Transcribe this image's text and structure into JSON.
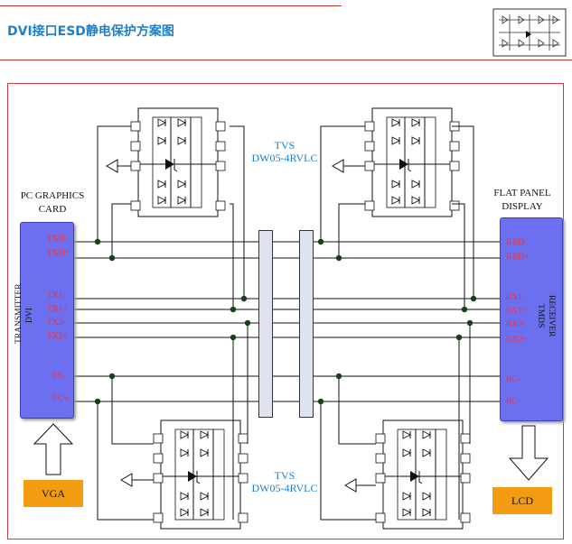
{
  "header": {
    "title": "DVI接口ESD静电保护方案图"
  },
  "left_device": {
    "label_line1": "PC GRAPHICS",
    "label_line2": "CARD",
    "chip_text_line1": "DVI",
    "chip_text_line2": "TRANSMITTER",
    "pins": [
      "TXD-",
      "TXD+",
      "TX1-",
      "TX1+",
      "TX2-",
      "TX2+",
      "TC-",
      "TC+"
    ]
  },
  "right_device": {
    "label_line1": "FLAT PANEL",
    "label_line2": "DISPLAY",
    "chip_text_line1": "TMDS",
    "chip_text_line2": "RECEIVER",
    "pins": [
      "RXD-",
      "RXD+",
      "RX1-",
      "RX1+",
      "RX2-",
      "RX2+",
      "RC-",
      "RC+"
    ]
  },
  "tvs_top": {
    "line1": "TVS",
    "line2": "DW05-4RVLC"
  },
  "tvs_bottom": {
    "line1": "TVS",
    "line2": "DW05-4RVLC"
  },
  "vga_label": "VGA",
  "lcd_label": "LCD",
  "colors": {
    "title": "#1f7fc6",
    "pin_text": "#ff2d2d",
    "chip": "#6b6ff0",
    "tvs_text": "#1a7fd0",
    "orange_box": "#f39c12",
    "frame": "#d23b3b"
  }
}
